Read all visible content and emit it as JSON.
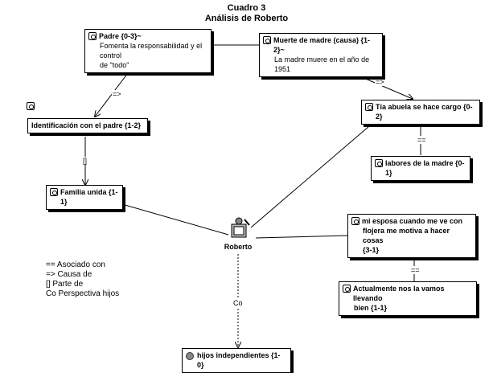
{
  "title": {
    "line1": "Cuadro 3",
    "line2": "Análisis de Roberto"
  },
  "center": {
    "label": "Roberto",
    "icon": "person-writing-icon"
  },
  "nodes": {
    "padre": {
      "title": "Padre {0-3}~",
      "sub1": "Fomenta la responsabilidad y el control",
      "sub2": "de \"todo\""
    },
    "muerte": {
      "title": "Muerte de madre (causa) {1-2}~",
      "sub1": "La madre muere en el año de 1951"
    },
    "identificacion": {
      "title": "Identificación con el padre {1-2}"
    },
    "tia": {
      "title": "Tía abuela se hace cargo {0-2}"
    },
    "labores": {
      "title": "labores de la madre {0-1}"
    },
    "familia": {
      "title": "Familia unida {1-1}"
    },
    "esposa": {
      "title": "mi esposa cuando me ve con",
      "sub1": "flojera me motiva a hacer cosas",
      "sub2": "{3-1}"
    },
    "actualmente": {
      "title": "Actualmente nos la vamos llevando",
      "sub1": "bien {1-1}"
    },
    "hijos": {
      "title": "hijos independientes {1-0}"
    }
  },
  "relations": {
    "padre_ident": "=>",
    "muerte_tia": "=>",
    "tia_labores": "==",
    "ident_familia": "[]",
    "esposa_actual": "==",
    "roberto_hijos": "Co"
  },
  "legend": [
    "== Asociado con",
    "=> Causa de",
    "[] Parte de",
    "Co Perspectiva hijos"
  ]
}
